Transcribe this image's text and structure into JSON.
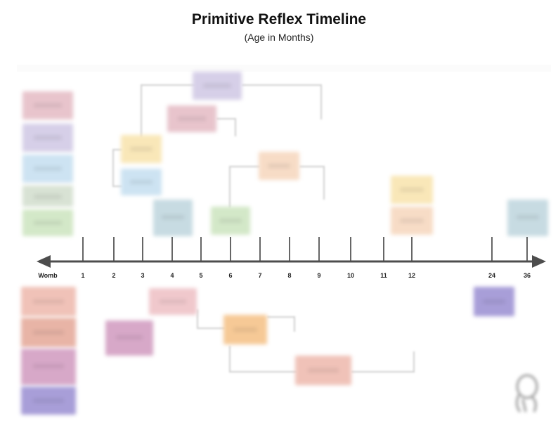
{
  "header": {
    "title": "Primitive Reflex Timeline",
    "subtitle": "(Age in Months)"
  },
  "axis": {
    "ticks": [
      "Womb",
      "1",
      "2",
      "3",
      "4",
      "5",
      "6",
      "7",
      "8",
      "9",
      "10",
      "11",
      "12",
      "24",
      "36"
    ]
  },
  "colors": {
    "axis": "#4d4d4d",
    "pink": "#e8c4cc",
    "lavender": "#d6cfe8",
    "light_blue": "#cde3f2",
    "light_green": "#d3e8c8",
    "yellow": "#f9e7b8",
    "peach": "#f7dcc6",
    "salmon": "#f0c2b8",
    "orange": "#f6c996",
    "mauve": "#d7a8c8",
    "purple": "#a89ed8",
    "blue_gray": "#c7dbe2",
    "sage": "#d8e2d4"
  }
}
